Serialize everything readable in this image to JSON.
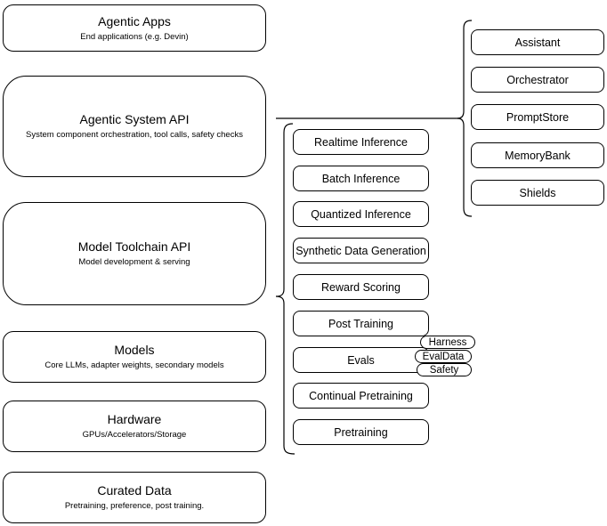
{
  "diagram": {
    "title": "Agentic stack diagram",
    "layers": [
      {
        "title": "Agentic Apps",
        "subtitle": "End applications (e.g. Devin)"
      },
      {
        "title": "Agentic System API",
        "subtitle": "System component orchestration, tool calls, safety checks"
      },
      {
        "title": "Model Toolchain API",
        "subtitle": "Model development & serving"
      },
      {
        "title": "Models",
        "subtitle": "Core LLMs, adapter weights, secondary models"
      },
      {
        "title": "Hardware",
        "subtitle": "GPUs/Accelerators/Storage"
      },
      {
        "title": "Curated Data",
        "subtitle": "Pretraining, preference, post training."
      }
    ],
    "toolchain_services": [
      "Realtime Inference",
      "Batch Inference",
      "Quantized Inference",
      "Synthetic Data Generation",
      "Reward Scoring",
      "Post Training",
      "Evals",
      "Continual Pretraining",
      "Pretraining"
    ],
    "eval_components": [
      "Harness",
      "EvalData",
      "Safety"
    ],
    "system_components": [
      "Assistant",
      "Orchestrator",
      "PromptStore",
      "MemoryBank",
      "Shields"
    ],
    "colors": {
      "stroke": "#000000",
      "fill": "#ffffff",
      "text": "#000000",
      "background": "#ffffff"
    }
  }
}
